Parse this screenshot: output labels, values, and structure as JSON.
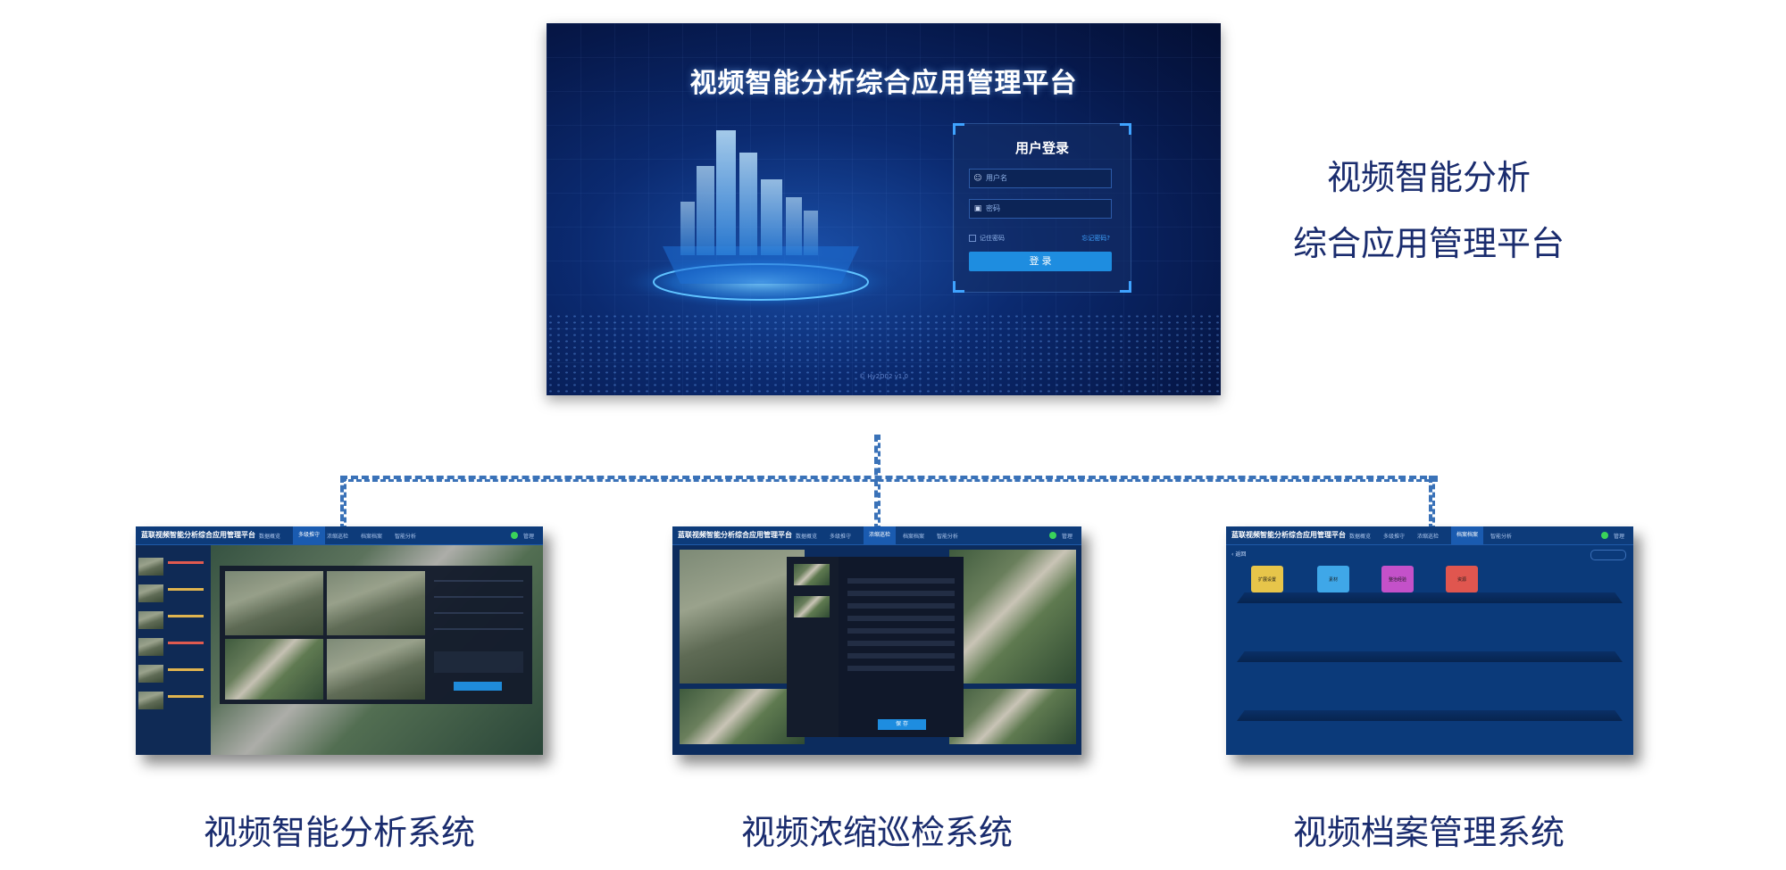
{
  "main_screen": {
    "title": "视频智能分析综合应用管理平台",
    "login": {
      "title": "用户登录",
      "username_placeholder": "用户名",
      "password_placeholder": "密码",
      "remember_label": "记住密码",
      "forgot_label": "忘记密码?",
      "submit_label": "登 录"
    },
    "footer": "© Hy2D02 v1.0"
  },
  "caption": {
    "line1": "视频智能分析",
    "line2": "综合应用管理平台"
  },
  "subsystems": [
    {
      "caption": "视频智能分析系统",
      "app_title": "蓝联视频智能分析综合应用管理平台",
      "nav": [
        "数据概览",
        "多级推守",
        "浓缩巡检",
        "档案档案",
        "智能分析"
      ],
      "active_nav": 1,
      "user": "管理"
    },
    {
      "caption": "视频浓缩巡检系统",
      "app_title": "蓝联视频智能分析综合应用管理平台",
      "nav": [
        "数据概览",
        "多级推守",
        "浓缩巡检",
        "档案档案",
        "智能分析"
      ],
      "active_nav": 2,
      "user": "管理",
      "dialog_button": "保 存"
    },
    {
      "caption": "视频档案管理系统",
      "app_title": "蓝联视频智能分析综合应用管理平台",
      "nav": [
        "数据概览",
        "多级推守",
        "浓缩巡检",
        "档案档案",
        "智能分析"
      ],
      "active_nav": 3,
      "user": "管理",
      "back_label": "返回",
      "folders": [
        {
          "label": "扩展设置",
          "color": "#e7c54a"
        },
        {
          "label": "素材",
          "color": "#3fa7e8"
        },
        {
          "label": "整治经验",
          "color": "#c451c9"
        },
        {
          "label": "资源",
          "color": "#e0564f"
        }
      ]
    }
  ]
}
